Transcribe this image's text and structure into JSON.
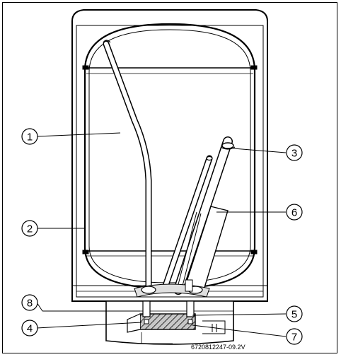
{
  "callouts": [
    {
      "id": "1",
      "label": "1"
    },
    {
      "id": "2",
      "label": "2"
    },
    {
      "id": "3",
      "label": "3"
    },
    {
      "id": "4",
      "label": "4"
    },
    {
      "id": "5",
      "label": "5"
    },
    {
      "id": "6",
      "label": "6"
    },
    {
      "id": "7",
      "label": "7"
    },
    {
      "id": "8",
      "label": "8"
    }
  ],
  "figure_ref": "6720812247-09.2V",
  "colors": {
    "line": "#000000",
    "tank_shadow": "#d9d9d9",
    "flange_fill": "#bfbfbf",
    "background": "#ffffff"
  }
}
